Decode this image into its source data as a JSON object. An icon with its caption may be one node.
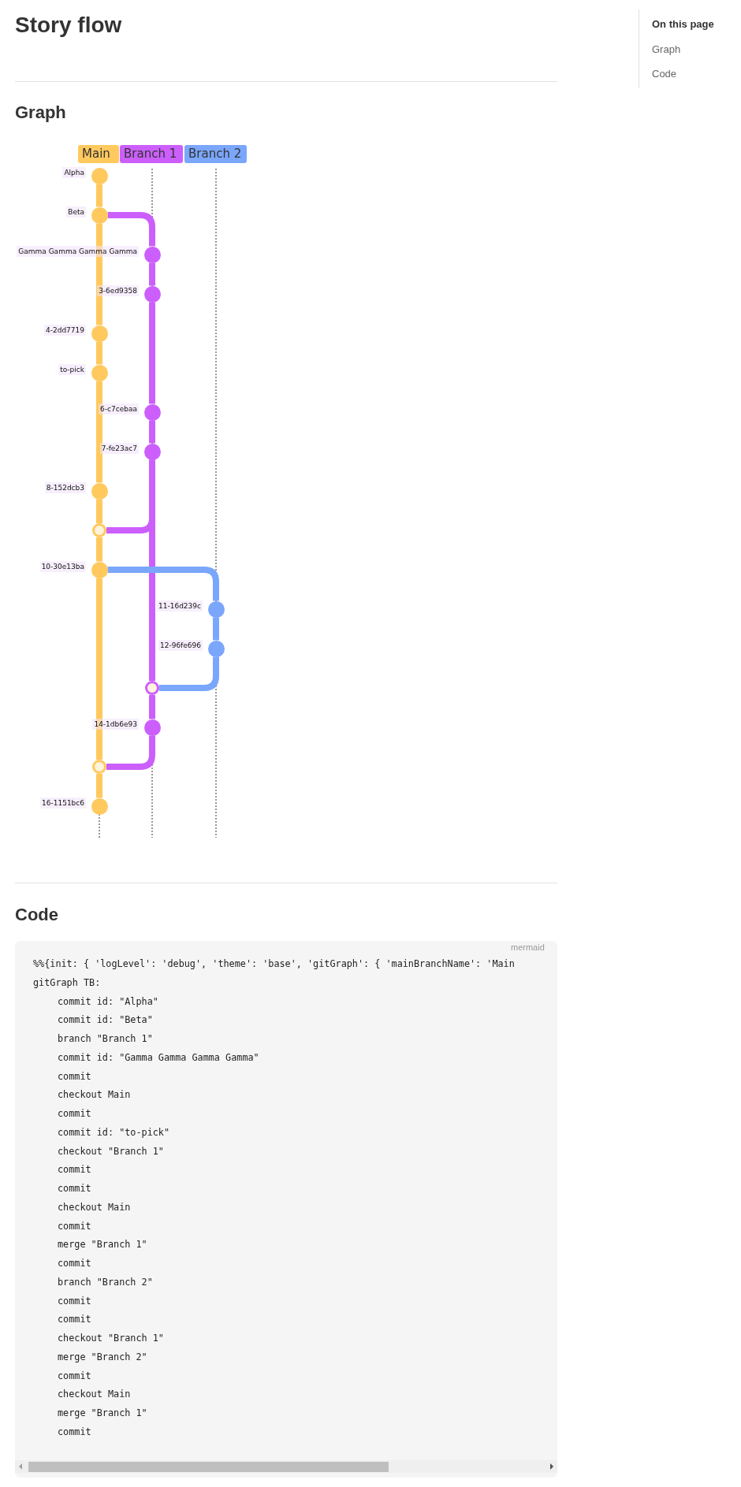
{
  "diagram": {
    "title": "Story flow",
    "nodes": [
      {
        "text": [
          "Main"
        ]
      },
      {
        "text": [
          "Branch 1"
        ]
      },
      {
        "text": [
          "Branch 2"
        ]
      },
      {
        "text": [],
        "shape": "circle",
        "beside": [
          "Alpha"
        ]
      },
      {
        "text": [],
        "shape": "circle",
        "beside": [
          "Beta"
        ]
      },
      {
        "text": [],
        "shape": "circle",
        "beside": [
          "Gamma Gamma Gamma Gamma"
        ]
      },
      {
        "text": [],
        "shape": "circle",
        "beside": [
          "3-6ed9358"
        ]
      },
      {
        "text": [],
        "shape": "circle",
        "beside": [
          "4-2dd7719"
        ]
      },
      {
        "text": [],
        "shape": "circle",
        "beside": [
          "to-pick"
        ]
      },
      {
        "text": [],
        "shape": "circle",
        "beside": [
          "6-c7cebaa"
        ]
      },
      {
        "text": [],
        "shape": "circle",
        "beside": [
          "7-fe23ac7"
        ]
      },
      {
        "text": [],
        "shape": "circle",
        "beside": [
          "8-152dcb3"
        ]
      },
      {
        "text": [],
        "shape": "circle"
      },
      {
        "text": [],
        "shape": "circle",
        "beside": [
          "10-30e13ba"
        ]
      },
      {
        "text": [],
        "shape": "circle",
        "beside": [
          "11-16d239c"
        ]
      },
      {
        "text": [],
        "shape": "circle",
        "beside": [
          "12-96fe696"
        ]
      },
      {
        "text": [],
        "shape": "circle"
      },
      {
        "text": [],
        "shape": "circle",
        "beside": [
          "14-1db6e93"
        ]
      },
      {
        "text": [],
        "shape": "circle"
      },
      {
        "text": [],
        "shape": "circle",
        "beside": [
          "16-1151bc6"
        ]
      }
    ],
    "edges": [
      {
        "from": 3,
        "to": 4,
        "arrow": "none"
      },
      {
        "from": 4,
        "to": 7,
        "arrow": "none"
      },
      {
        "from": 7,
        "to": 8,
        "arrow": "none"
      },
      {
        "from": 8,
        "to": 11,
        "arrow": "none"
      },
      {
        "from": 11,
        "to": 12,
        "arrow": "none"
      },
      {
        "from": 12,
        "to": 13,
        "arrow": "none"
      },
      {
        "from": 13,
        "to": 18,
        "arrow": "none"
      },
      {
        "from": 18,
        "to": 19,
        "arrow": "none"
      },
      {
        "from": 4,
        "to": 5,
        "arrow": "none",
        "color": "#cc5ffc"
      },
      {
        "from": 5,
        "to": 6,
        "arrow": "none",
        "color": "#cc5ffc"
      },
      {
        "from": 6,
        "to": 9,
        "arrow": "none",
        "color": "#cc5ffc"
      },
      {
        "from": 9,
        "to": 10,
        "arrow": "none",
        "color": "#cc5ffc"
      },
      {
        "from": 10,
        "to": 12,
        "arrow": "none",
        "color": "#cc5ffc"
      },
      {
        "from": 10,
        "to": 16,
        "arrow": "none",
        "color": "#cc5ffc"
      },
      {
        "from": 16,
        "to": 17,
        "arrow": "none",
        "color": "#cc5ffc"
      },
      {
        "from": 17,
        "to": 18,
        "arrow": "none",
        "color": "#cc5ffc"
      },
      {
        "from": 13,
        "to": 14,
        "arrow": "none",
        "color": "#7aa6fc"
      },
      {
        "from": 14,
        "to": 15,
        "arrow": "none",
        "color": "#7aa6fc"
      },
      {
        "from": 15,
        "to": 16,
        "arrow": "none",
        "color": "#7aa6fc"
      }
    ],
    "labels": [
      "On this page",
      "Graph",
      "Code",
      "Graph",
      "Code",
      "mermaid",
      "%%{init: { 'logLevel': 'debug', 'theme': 'base', 'gitGraph': { 'mainBranchName': 'Main",
      "gitGraph TB:",
      "commit id: \"Alpha\"",
      "commit id: \"Beta\"",
      "branch \"Branch 1\"",
      "commit id: \"Gamma Gamma Gamma Gamma\"",
      "commit",
      "checkout Main",
      "commit",
      "commit id: \"to-pick\"",
      "checkout \"Branch 1\"",
      "commit",
      "commit",
      "checkout Main",
      "commit",
      "merge \"Branch 1\"",
      "commit",
      "branch \"Branch 2\"",
      "commit",
      "commit",
      "checkout \"Branch 1\"",
      "merge \"Branch 2\"",
      "commit",
      "checkout Main",
      "merge \"Branch 1\"",
      "commit"
    ]
  }
}
